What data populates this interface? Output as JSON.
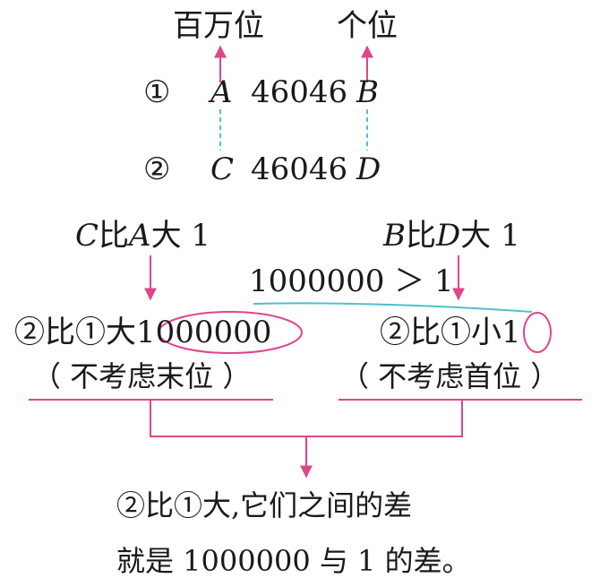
{
  "colors": {
    "accent": "#e0458a",
    "link": "#4fbfd0",
    "text": "#1a1a1a"
  },
  "header": {
    "millions_place": "百万位",
    "ones_place": "个位"
  },
  "rows": [
    {
      "label": "①",
      "left": "A",
      "number": "46046",
      "right": "B"
    },
    {
      "label": "②",
      "left": "C",
      "number": "46046",
      "right": "D"
    }
  ],
  "compare": {
    "left": {
      "var1": "C",
      "word": "比",
      "var2": "A",
      "suffix": "大 1"
    },
    "right": {
      "var1": "B",
      "word": "比",
      "var2": "D",
      "suffix": "大 1"
    },
    "inequality": "1000000 ＞ 1"
  },
  "results": {
    "left_prefix": "②比①大",
    "left_value": "1000000",
    "left_note": "（ 不考虑末位 ）",
    "right_prefix": "②比①小",
    "right_value": "1",
    "right_note": "（ 不考虑首位 ）"
  },
  "conclusion": {
    "line1": "②比①大,它们之间的差",
    "line2": "就是 1000000 与 1 的差。"
  }
}
